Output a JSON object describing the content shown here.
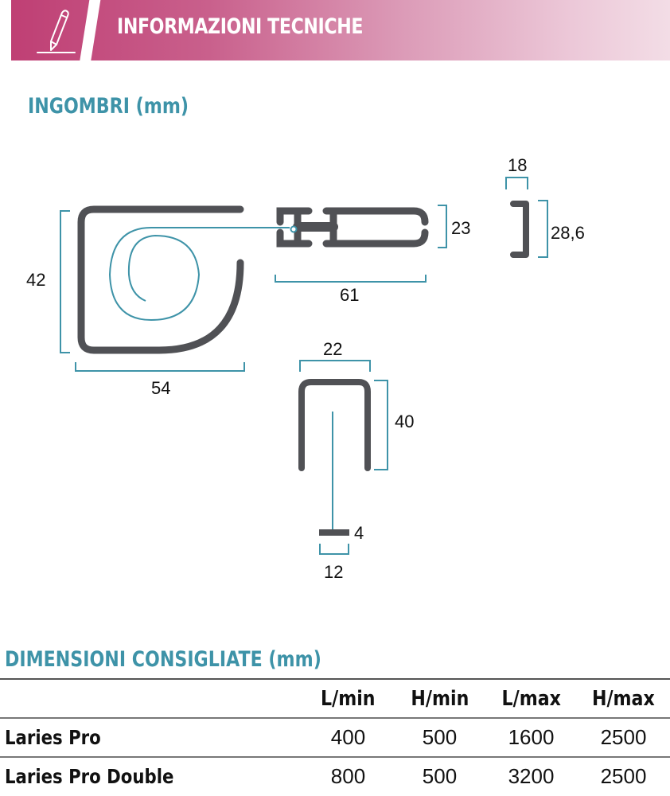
{
  "header": {
    "title": "INFORMAZIONI TECNICHE",
    "icon": "pencil-icon",
    "colors": {
      "banner_start": "#bf3f74",
      "banner_end": "#f3dde6"
    }
  },
  "ingombri": {
    "title": "INGOMBRI (mm)",
    "colors": {
      "profile": "#505155",
      "dimension": "#3e93a8"
    },
    "cassette": {
      "height": "42",
      "width": "54"
    },
    "bar_profile": {
      "height": "23",
      "width": "61"
    },
    "small_profile": {
      "width": "18",
      "height": "28,6"
    },
    "guide_profile": {
      "width": "22",
      "height": "40"
    },
    "bottom_bar": {
      "thickness": "4",
      "width": "12"
    }
  },
  "dimensioni": {
    "title": "DIMENSIONI CONSIGLIATE (mm)",
    "columns": [
      "",
      "L/min",
      "H/min",
      "L/max",
      "H/max"
    ],
    "rows": [
      {
        "name": "Laries Pro",
        "values": [
          "400",
          "500",
          "1600",
          "2500"
        ]
      },
      {
        "name": "Laries Pro Double",
        "values": [
          "800",
          "500",
          "3200",
          "2500"
        ]
      }
    ]
  }
}
